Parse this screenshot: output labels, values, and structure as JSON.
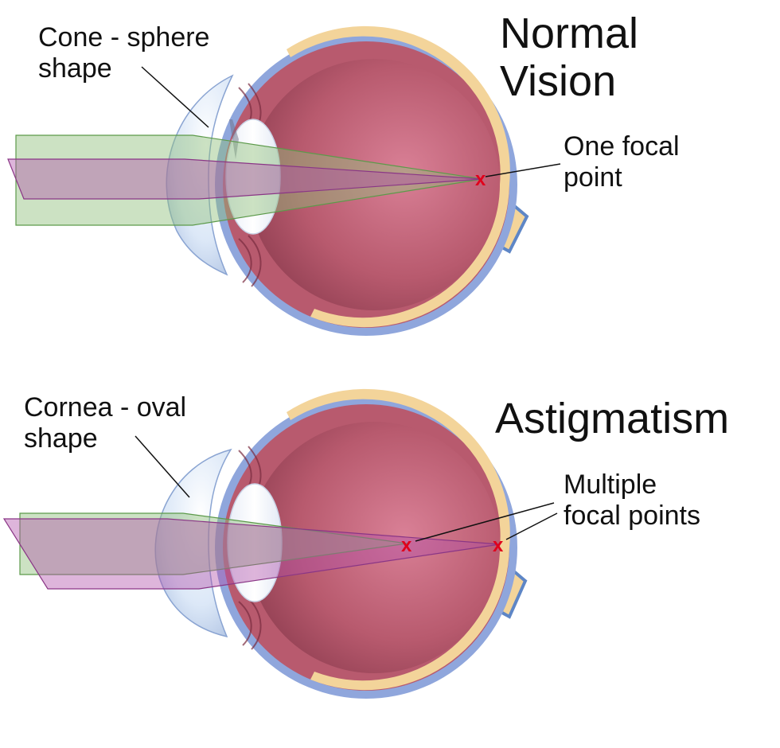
{
  "normal": {
    "title_line1": "Normal",
    "title_line2": "Vision",
    "cornea_label_line1": "Cone - sphere",
    "cornea_label_line2": "shape",
    "focal_label_line1": "One focal",
    "focal_label_line2": "point",
    "focal_marker": "x"
  },
  "astig": {
    "title": "Astigmatism",
    "cornea_label_line1": "Cornea - oval",
    "cornea_label_line2": "shape",
    "focal_label_line1": "Multiple",
    "focal_label_line2": "focal points",
    "focal_marker": "x"
  },
  "colors": {
    "sclera": "#8fa6dc",
    "choroid": "#b85a6e",
    "vitreous": "#c36b80",
    "retina": "#f3d49a",
    "optic_nerve": "#f3d49a",
    "cornea": "#dbe6f5",
    "green_beam": "#8fbf7a",
    "purple_beam": "#b04fa9",
    "focal_mark": "#e0001b"
  }
}
